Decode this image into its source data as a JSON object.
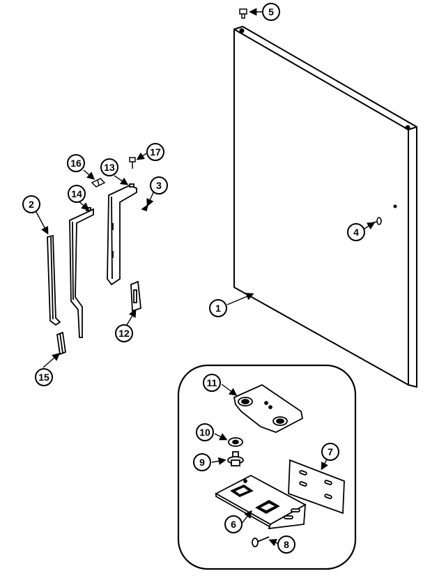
{
  "diagram": {
    "callouts": [
      "1",
      "2",
      "3",
      "4",
      "5",
      "6",
      "7",
      "8",
      "9",
      "10",
      "11",
      "12",
      "13",
      "14",
      "15",
      "16",
      "17"
    ],
    "parts": {
      "door_panel": "1",
      "handle_trim_left": "2",
      "screw_small": "3",
      "screw_4": "4",
      "hinge_pin_top": "5",
      "hinge_bracket": "6",
      "shim_plate": "7",
      "hinge_screw": "8",
      "hinge_pin": "9",
      "washer": "10",
      "top_hinge": "11",
      "handle_end_cap": "12",
      "handle_right": "13",
      "handle_left": "14",
      "trim_end_cap": "15",
      "clip": "16",
      "screw_17": "17"
    }
  }
}
